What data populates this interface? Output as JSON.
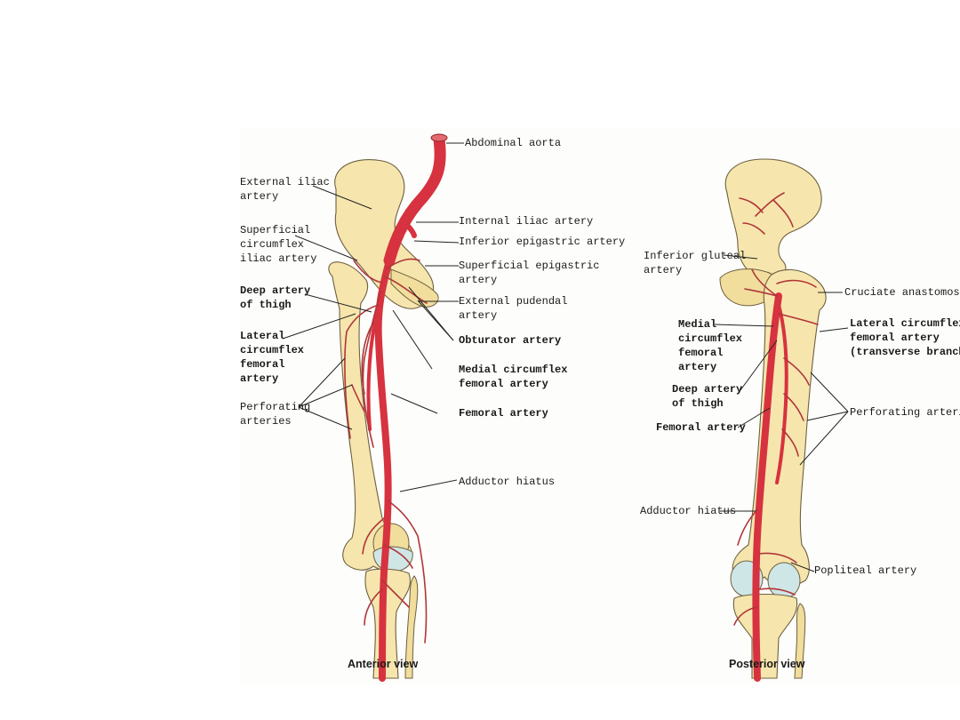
{
  "anterior": {
    "caption": "Anterior view",
    "labels": {
      "abdominal_aorta": "Abdominal aorta",
      "external_iliac": "External iliac\nartery",
      "superficial_circumflex_iliac": "Superficial\ncircumflex\niliac artery",
      "internal_iliac": "Internal iliac artery",
      "inferior_epigastric": "Inferior epigastric artery",
      "superficial_epigastric": "Superficial epigastric\nartery",
      "deep_artery_thigh": "Deep artery\nof thigh",
      "external_pudendal": "External pudendal\nartery",
      "lateral_circumflex": "Lateral\ncircumflex\nfemoral\nartery",
      "obturator": "Obturator artery",
      "medial_circumflex": "Medial circumflex\nfemoral artery",
      "perforating": "Perforating\narteries",
      "femoral": "Femoral artery",
      "adductor_hiatus": "Adductor hiatus"
    }
  },
  "posterior": {
    "caption": "Posterior view",
    "labels": {
      "inferior_gluteal": "Inferior gluteal\nartery",
      "cruciate": "Cruciate anastomosis",
      "medial_circumflex": "Medial\ncircumflex\nfemoral\nartery",
      "lateral_circumflex": "Lateral circumflex\nfemoral artery\n(transverse branch)",
      "deep_artery_thigh": "Deep artery\nof thigh",
      "perforating": "Perforating arteries",
      "femoral": "Femoral artery",
      "adductor_hiatus": "Adductor hiatus",
      "popliteal": "Popliteal artery"
    }
  },
  "colors": {
    "artery": "#d7323f",
    "bone": "#f6e6ad",
    "cartilage": "#cfe6e6"
  }
}
